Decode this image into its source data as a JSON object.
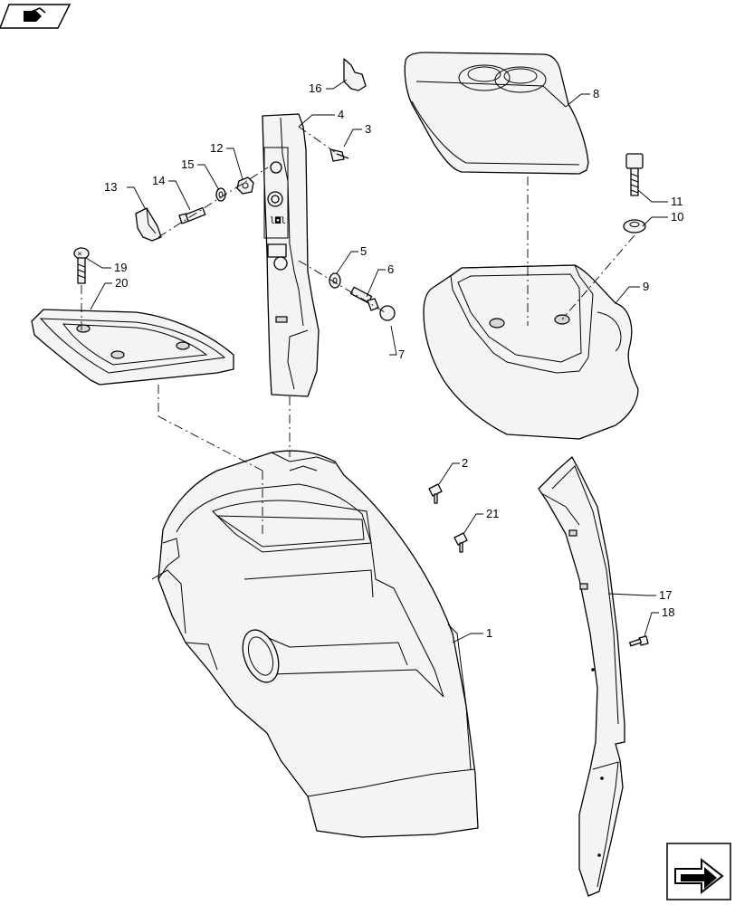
{
  "diagram": {
    "callouts": [
      {
        "id": "1",
        "label": "1"
      },
      {
        "id": "2",
        "label": "2"
      },
      {
        "id": "3",
        "label": "3"
      },
      {
        "id": "4",
        "label": "4"
      },
      {
        "id": "5",
        "label": "5"
      },
      {
        "id": "6",
        "label": "6"
      },
      {
        "id": "7",
        "label": "7"
      },
      {
        "id": "8",
        "label": "8"
      },
      {
        "id": "9",
        "label": "9"
      },
      {
        "id": "10",
        "label": "10"
      },
      {
        "id": "11",
        "label": "11"
      },
      {
        "id": "12",
        "label": "12"
      },
      {
        "id": "13",
        "label": "13"
      },
      {
        "id": "14",
        "label": "14"
      },
      {
        "id": "15",
        "label": "15"
      },
      {
        "id": "16",
        "label": "16"
      },
      {
        "id": "17",
        "label": "17"
      },
      {
        "id": "18",
        "label": "18"
      },
      {
        "id": "19",
        "label": "19"
      },
      {
        "id": "20",
        "label": "20"
      },
      {
        "id": "21",
        "label": "21"
      }
    ],
    "icons": {
      "top_left": "book-hand-icon",
      "bottom_right": "next-page-arrow-icon"
    }
  }
}
